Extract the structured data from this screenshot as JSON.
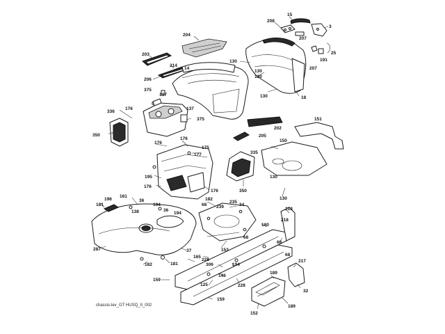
{
  "diagram": {
    "caption": "chassis-lev_GT HUSQ_II_002",
    "callouts": [
      {
        "id": "c15a",
        "text": "15"
      },
      {
        "id": "c208",
        "text": "208"
      },
      {
        "id": "c3",
        "text": "3"
      },
      {
        "id": "c207a",
        "text": "207"
      },
      {
        "id": "c191",
        "text": "191"
      },
      {
        "id": "c25",
        "text": "25"
      },
      {
        "id": "c207b",
        "text": "207"
      },
      {
        "id": "c204",
        "text": "204"
      },
      {
        "id": "c203",
        "text": "203"
      },
      {
        "id": "c214",
        "text": "214"
      },
      {
        "id": "c14",
        "text": "14"
      },
      {
        "id": "c206",
        "text": "206"
      },
      {
        "id": "c130a",
        "text": "130"
      },
      {
        "id": "c130b",
        "text": "130"
      },
      {
        "id": "c130c",
        "text": "130"
      },
      {
        "id": "c130d",
        "text": "130"
      },
      {
        "id": "c18",
        "text": "18"
      },
      {
        "id": "c375a",
        "text": "375"
      },
      {
        "id": "c137a",
        "text": "137"
      },
      {
        "id": "c5",
        "text": "5"
      },
      {
        "id": "c137b",
        "text": "137"
      },
      {
        "id": "c176a",
        "text": "176"
      },
      {
        "id": "c336",
        "text": "336"
      },
      {
        "id": "c375b",
        "text": "375"
      },
      {
        "id": "c202",
        "text": "202"
      },
      {
        "id": "c151",
        "text": "151"
      },
      {
        "id": "c350a",
        "text": "350"
      },
      {
        "id": "c205",
        "text": "205"
      },
      {
        "id": "c176b",
        "text": "176"
      },
      {
        "id": "c176c",
        "text": "176"
      },
      {
        "id": "c175",
        "text": "175"
      },
      {
        "id": "c150",
        "text": "150"
      },
      {
        "id": "c177",
        "text": "177"
      },
      {
        "id": "c335",
        "text": "335"
      },
      {
        "id": "c195",
        "text": "195"
      },
      {
        "id": "c130e",
        "text": "130"
      },
      {
        "id": "c176d",
        "text": "176"
      },
      {
        "id": "c176e",
        "text": "176"
      },
      {
        "id": "c350b",
        "text": "350"
      },
      {
        "id": "c130f",
        "text": "130"
      },
      {
        "id": "c196",
        "text": "196"
      },
      {
        "id": "c161",
        "text": "161"
      },
      {
        "id": "c182a",
        "text": "182"
      },
      {
        "id": "c181a",
        "text": "181"
      },
      {
        "id": "c36a",
        "text": "36"
      },
      {
        "id": "c194a",
        "text": "194"
      },
      {
        "id": "c138",
        "text": "138"
      },
      {
        "id": "c36b",
        "text": "36"
      },
      {
        "id": "c194b",
        "text": "194"
      },
      {
        "id": "c68a",
        "text": "68"
      },
      {
        "id": "c235",
        "text": "235"
      },
      {
        "id": "c239",
        "text": "239"
      },
      {
        "id": "c34",
        "text": "34"
      },
      {
        "id": "c213",
        "text": "213"
      },
      {
        "id": "c218",
        "text": "218"
      },
      {
        "id": "c180",
        "text": "180"
      },
      {
        "id": "c68b",
        "text": "68"
      },
      {
        "id": "c68c",
        "text": "68"
      },
      {
        "id": "c68d",
        "text": "68"
      },
      {
        "id": "c287",
        "text": "287"
      },
      {
        "id": "c37",
        "text": "37"
      },
      {
        "id": "c153",
        "text": "153"
      },
      {
        "id": "c165",
        "text": "165"
      },
      {
        "id": "c228a",
        "text": "228"
      },
      {
        "id": "c182b",
        "text": "182"
      },
      {
        "id": "c181b",
        "text": "181"
      },
      {
        "id": "c306",
        "text": "306"
      },
      {
        "id": "c194c",
        "text": "194"
      },
      {
        "id": "c217",
        "text": "217"
      },
      {
        "id": "c146",
        "text": "146"
      },
      {
        "id": "c159a",
        "text": "159"
      },
      {
        "id": "c125",
        "text": "125"
      },
      {
        "id": "c228b",
        "text": "228"
      },
      {
        "id": "c189a",
        "text": "189"
      },
      {
        "id": "c32",
        "text": "32"
      },
      {
        "id": "c159b",
        "text": "159"
      },
      {
        "id": "c152",
        "text": "152"
      },
      {
        "id": "c189b",
        "text": "189"
      }
    ]
  }
}
